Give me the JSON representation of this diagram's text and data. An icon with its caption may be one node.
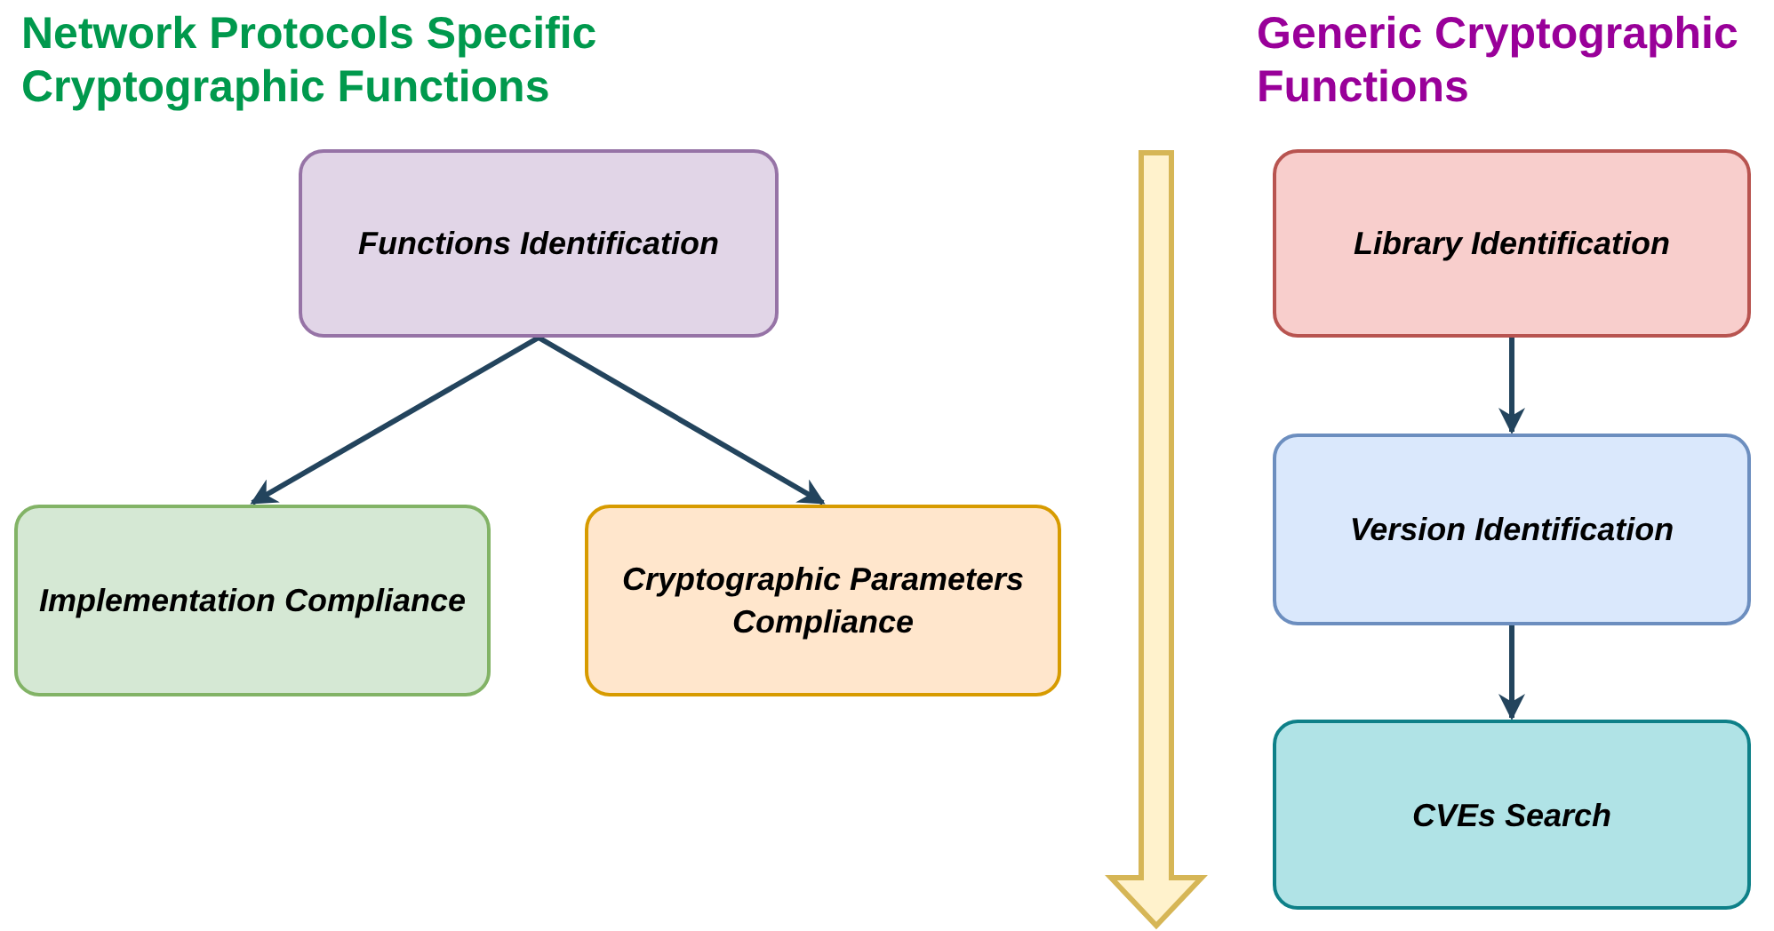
{
  "diagram": {
    "nodes": [
      {
        "text": [
          "Functions Identification"
        ]
      },
      {
        "text": [
          "Implementation Compliance"
        ]
      },
      {
        "text": [
          "Cryptographic Parameters Compliance"
        ]
      },
      {
        "text": [
          "Library Identification"
        ]
      },
      {
        "text": [
          "Version Identification"
        ]
      },
      {
        "text": [
          "CVEs Search"
        ]
      }
    ],
    "edges": [
      {
        "from": 0,
        "to": 1,
        "arrow": "to"
      },
      {
        "from": 0,
        "to": 2,
        "arrow": "to"
      },
      {
        "from": 3,
        "to": 4,
        "arrow": "to"
      },
      {
        "from": 4,
        "to": 5,
        "arrow": "to"
      }
    ],
    "labels": [
      "Network Protocols Specific Cryptographic Functions",
      "Generic Cryptographic Functions"
    ]
  }
}
